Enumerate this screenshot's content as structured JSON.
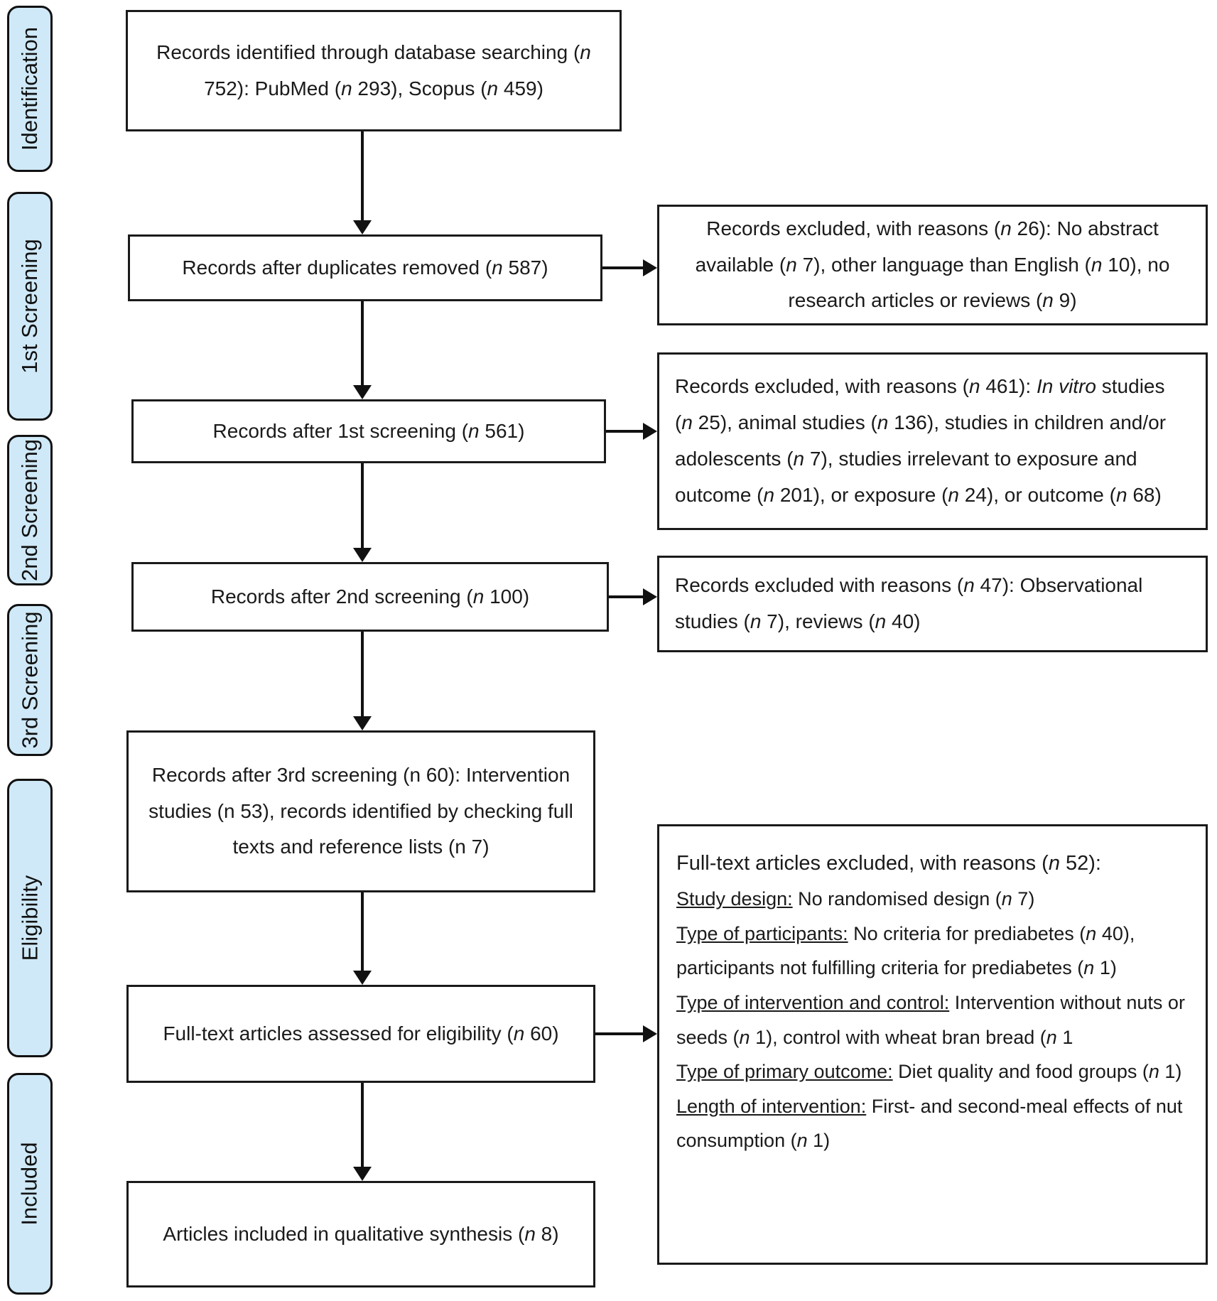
{
  "colors": {
    "sidebar_fill": "#cfe9f8",
    "box_fill": "#ffffff",
    "border": "#111111"
  },
  "sidebar": {
    "items": [
      {
        "label": "Identification"
      },
      {
        "label": "1st Screening"
      },
      {
        "label": "2nd Screening"
      },
      {
        "label": "3rd Screening"
      },
      {
        "label": "Eligibility"
      },
      {
        "label": "Included"
      }
    ]
  },
  "flow": {
    "identified": {
      "runs": [
        {
          "t": "Records identified through database searching ("
        },
        {
          "t": "n",
          "i": true
        },
        {
          "t": " 752): PubMed ("
        },
        {
          "t": "n",
          "i": true
        },
        {
          "t": " 293), Scopus ("
        },
        {
          "t": "n",
          "i": true
        },
        {
          "t": " 459)"
        }
      ]
    },
    "deduplicated": {
      "runs": [
        {
          "t": "Records after duplicates removed ("
        },
        {
          "t": "n",
          "i": true
        },
        {
          "t": " 587)"
        }
      ]
    },
    "screening1": {
      "runs": [
        {
          "t": "Records after 1st screening ("
        },
        {
          "t": "n",
          "i": true
        },
        {
          "t": " 561)"
        }
      ]
    },
    "screening2": {
      "runs": [
        {
          "t": "Records after 2nd screening ("
        },
        {
          "t": "n",
          "i": true
        },
        {
          "t": " 100)"
        }
      ]
    },
    "screening3": {
      "runs": [
        {
          "t": "Records after 3rd screening (n 60): Intervention studies (n 53), records identified by checking full texts and reference lists (n 7)"
        }
      ]
    },
    "eligibility": {
      "runs": [
        {
          "t": "Full-text articles assessed for eligibility ("
        },
        {
          "t": "n",
          "i": true
        },
        {
          "t": " 60)"
        }
      ]
    },
    "included": {
      "runs": [
        {
          "t": "Articles included in qualitative synthesis ("
        },
        {
          "t": "n",
          "i": true
        },
        {
          "t": " 8)"
        }
      ]
    }
  },
  "exclusions": {
    "after_dedup": {
      "runs": [
        {
          "t": "Records excluded, with reasons ("
        },
        {
          "t": "n",
          "i": true
        },
        {
          "t": " 26): No abstract available ("
        },
        {
          "t": "n",
          "i": true
        },
        {
          "t": " 7), other language than English ("
        },
        {
          "t": "n",
          "i": true
        },
        {
          "t": " 10), no research articles or reviews ("
        },
        {
          "t": "n",
          "i": true
        },
        {
          "t": " 9)"
        }
      ]
    },
    "after_screening1": {
      "runs": [
        {
          "t": "Records excluded, with reasons ("
        },
        {
          "t": "n",
          "i": true
        },
        {
          "t": " 461): "
        },
        {
          "t": "In vitro",
          "i": true
        },
        {
          "t": " studies ("
        },
        {
          "t": "n",
          "i": true
        },
        {
          "t": " 25), animal studies ("
        },
        {
          "t": "n",
          "i": true
        },
        {
          "t": " 136), studies in children and/or adolescents ("
        },
        {
          "t": "n",
          "i": true
        },
        {
          "t": " 7), studies irrelevant to exposure and outcome ("
        },
        {
          "t": "n",
          "i": true
        },
        {
          "t": " 201), or exposure ("
        },
        {
          "t": "n",
          "i": true
        },
        {
          "t": " 24), or outcome ("
        },
        {
          "t": "n",
          "i": true
        },
        {
          "t": " 68)"
        }
      ]
    },
    "after_screening2": {
      "runs": [
        {
          "t": "Records excluded with reasons ("
        },
        {
          "t": "n",
          "i": true
        },
        {
          "t": " 47): Observational studies ("
        },
        {
          "t": "n",
          "i": true
        },
        {
          "t": " 7), reviews ("
        },
        {
          "t": "n",
          "i": true
        },
        {
          "t": " 40)"
        }
      ]
    },
    "fulltext": {
      "title_runs": [
        {
          "t": "Full-text articles excluded, with reasons ("
        },
        {
          "t": "n",
          "i": true
        },
        {
          "t": " 52):"
        }
      ],
      "items": [
        {
          "runs": [
            {
              "t": "Study design:",
              "u": true
            },
            {
              "t": " No randomised design ("
            },
            {
              "t": "n",
              "i": true
            },
            {
              "t": " 7)"
            }
          ]
        },
        {
          "runs": [
            {
              "t": "Type of participants:",
              "u": true
            },
            {
              "t": " No criteria for prediabetes ("
            },
            {
              "t": "n",
              "i": true
            },
            {
              "t": " 40), participants not fulfilling criteria for prediabetes ("
            },
            {
              "t": "n",
              "i": true
            },
            {
              "t": " 1)"
            }
          ]
        },
        {
          "runs": [
            {
              "t": "Type of intervention and control:",
              "u": true
            },
            {
              "t": " Intervention without nuts or seeds ("
            },
            {
              "t": "n",
              "i": true
            },
            {
              "t": " 1), control with wheat bran bread ("
            },
            {
              "t": "n",
              "i": true
            },
            {
              "t": " 1"
            }
          ]
        },
        {
          "runs": [
            {
              "t": "Type of primary outcome:",
              "u": true
            },
            {
              "t": " Diet quality and food groups ("
            },
            {
              "t": "n",
              "i": true
            },
            {
              "t": " 1)"
            }
          ]
        },
        {
          "runs": [
            {
              "t": "Length of intervention:",
              "u": true
            },
            {
              "t": " First- and second-meal effects of nut consumption ("
            },
            {
              "t": "n",
              "i": true
            },
            {
              "t": " 1)"
            }
          ]
        }
      ]
    }
  }
}
